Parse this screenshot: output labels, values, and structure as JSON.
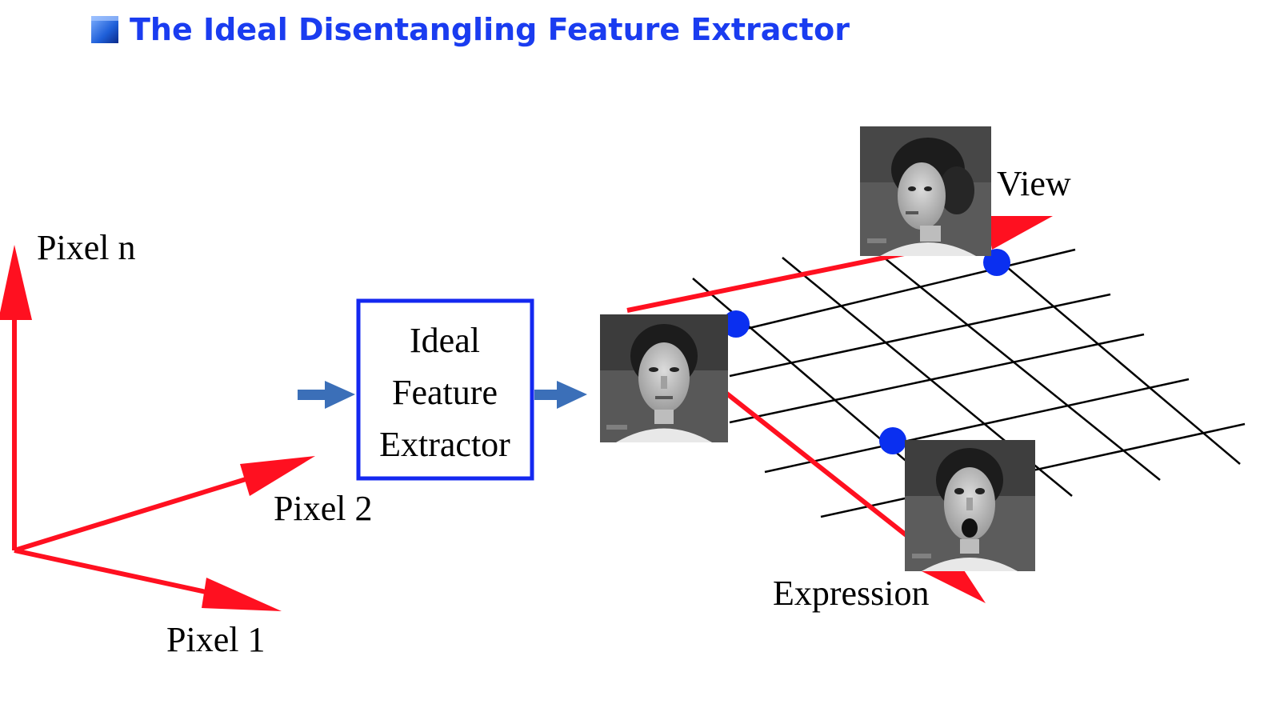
{
  "title": "The Ideal Disentangling Feature Extractor",
  "input_space": {
    "axis_labels": {
      "pixel_n": "Pixel n",
      "pixel_2": "Pixel 2",
      "pixel_1": "Pixel 1"
    }
  },
  "extractor_box": {
    "line1": "Ideal",
    "line2": "Feature",
    "line3": "Extractor"
  },
  "feature_space": {
    "axis_labels": {
      "view": "View",
      "expression": "Expression"
    }
  },
  "colors": {
    "title": "#1a3cf0",
    "title_bullet": "#1e5fd8",
    "axis_red": "#ff1020",
    "box_border": "#1428f0",
    "flow_arrow": "#3b6fb8",
    "grid_line": "#000000",
    "node_dot": "#0a2ff0"
  }
}
